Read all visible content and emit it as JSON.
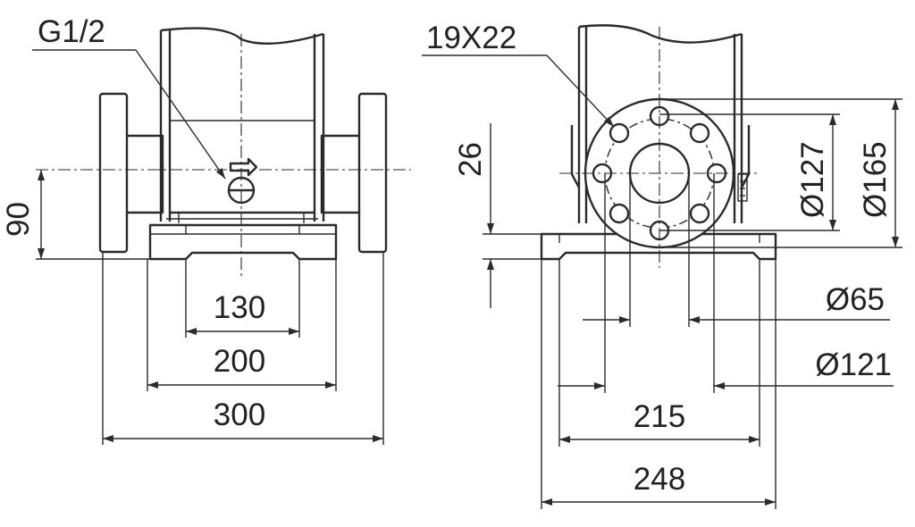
{
  "left_view": {
    "thread_label": "G1/2",
    "dimensions": {
      "height": "90",
      "inner": "130",
      "base": "200",
      "overall": "300"
    }
  },
  "right_view": {
    "bolt_label": "19X22",
    "dimensions": {
      "height": "26",
      "flange_pcd": "Ø127",
      "flange_od": "Ø165",
      "bore": "Ø65",
      "raised_face": "Ø121",
      "mount_inner": "215",
      "mount_overall": "248"
    }
  }
}
